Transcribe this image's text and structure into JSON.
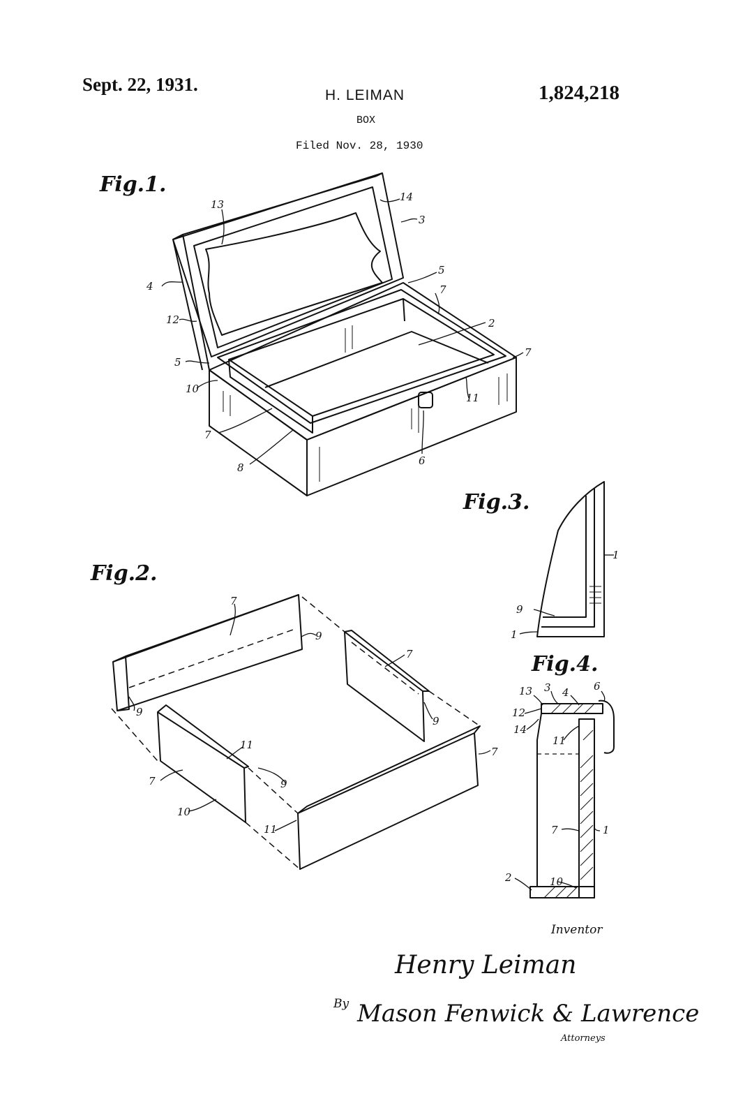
{
  "header": {
    "date": "Sept. 22, 1931.",
    "inventor": "H. LEIMAN",
    "patent_number": "1,824,218",
    "title": "BOX",
    "filed": "Filed Nov. 28, 1930"
  },
  "figures": {
    "fig1_label": "Fig.1.",
    "fig2_label": "Fig.2.",
    "fig3_label": "Fig.3.",
    "fig4_label": "Fig.4."
  },
  "refs": {
    "fig1": [
      "13",
      "14",
      "3",
      "4",
      "5",
      "7",
      "12",
      "2",
      "5",
      "7",
      "10",
      "11",
      "7",
      "8",
      "6"
    ],
    "fig2": [
      "7",
      "9",
      "7",
      "9",
      "9",
      "9",
      "11",
      "7",
      "7",
      "9",
      "10",
      "11"
    ],
    "fig3": [
      "1",
      "9",
      "1"
    ],
    "fig4": [
      "13",
      "3",
      "4",
      "6",
      "12",
      "14",
      "11",
      "7",
      "1",
      "2",
      "10"
    ]
  },
  "signature": {
    "caption": "Inventor",
    "name": "Henry Leiman",
    "by": "By",
    "attorneys": "Mason Fenwick & Lawrence",
    "attorneys_caption": "Attorneys"
  }
}
